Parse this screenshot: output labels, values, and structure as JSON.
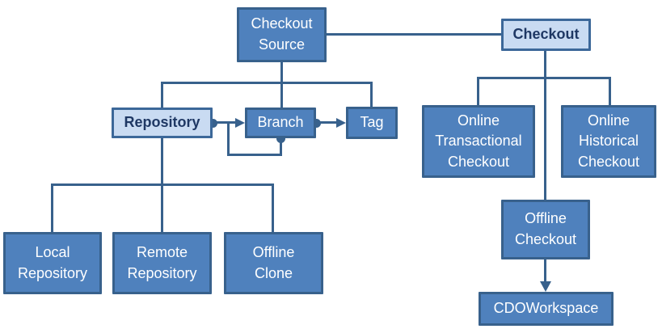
{
  "colors": {
    "node-fill-dark": "#4F81BD",
    "node-border-dark": "#38618C",
    "node-fill-light": "#C9DBF2",
    "node-border-light": "#3C6899",
    "line": "#38618C",
    "text-light": "#FFFFFF",
    "text-dark": "#1F3864",
    "background": "#FFFFFF"
  },
  "nodes": {
    "checkout_source": {
      "label": "Checkout\nSource",
      "style": "dark"
    },
    "checkout": {
      "label": "Checkout",
      "style": "light"
    },
    "repository": {
      "label": "Repository",
      "style": "light"
    },
    "branch": {
      "label": "Branch",
      "style": "dark"
    },
    "tag": {
      "label": "Tag",
      "style": "dark"
    },
    "online_transactional_checkout": {
      "label": "Online\nTransactional\nCheckout",
      "style": "dark"
    },
    "online_historical_checkout": {
      "label": "Online\nHistorical\nCheckout",
      "style": "dark"
    },
    "offline_checkout": {
      "label": "Offline\nCheckout",
      "style": "dark"
    },
    "cdo_workspace": {
      "label": "CDOWorkspace",
      "style": "dark"
    },
    "local_repository": {
      "label": "Local\nRepository",
      "style": "dark"
    },
    "remote_repository": {
      "label": "Remote\nRepository",
      "style": "dark"
    },
    "offline_clone": {
      "label": "Offline\nClone",
      "style": "dark"
    }
  },
  "edges": [
    {
      "from": "checkout_source",
      "to": "checkout",
      "type": "plain-line"
    },
    {
      "from": "checkout_source",
      "to": "repository",
      "type": "tree-branch"
    },
    {
      "from": "checkout_source",
      "to": "branch",
      "type": "tree-branch"
    },
    {
      "from": "checkout_source",
      "to": "tag",
      "type": "tree-branch"
    },
    {
      "from": "repository",
      "to": "branch",
      "type": "dot-to-arrow"
    },
    {
      "from": "branch",
      "to": "branch",
      "type": "dot-to-arrow-self-loop"
    },
    {
      "from": "branch",
      "to": "tag",
      "type": "dot-to-arrow"
    },
    {
      "from": "repository",
      "to": "local_repository",
      "type": "tree-branch"
    },
    {
      "from": "repository",
      "to": "remote_repository",
      "type": "tree-branch"
    },
    {
      "from": "repository",
      "to": "offline_clone",
      "type": "tree-branch"
    },
    {
      "from": "checkout",
      "to": "online_transactional_checkout",
      "type": "tree-branch"
    },
    {
      "from": "checkout",
      "to": "online_historical_checkout",
      "type": "tree-branch"
    },
    {
      "from": "checkout",
      "to": "offline_checkout",
      "type": "tree-branch"
    },
    {
      "from": "offline_checkout",
      "to": "cdo_workspace",
      "type": "arrow"
    }
  ]
}
